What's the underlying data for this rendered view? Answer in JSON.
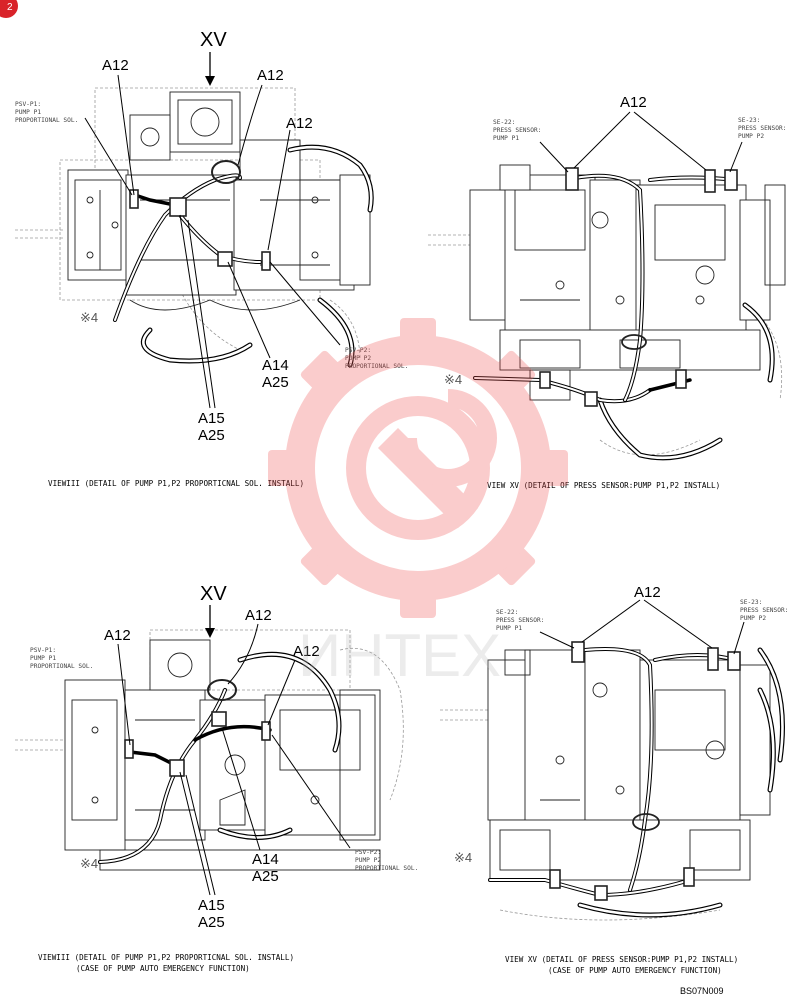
{
  "corner_badge": "2",
  "views": [
    {
      "id": "view3_normal",
      "view_arrow": "XV",
      "solenoid_p1": {
        "title": "PSV-P1:",
        "lines": [
          "PUMP P1",
          "PROPORTIONAL SOL."
        ]
      },
      "solenoid_p2": {
        "title": "PSV-P2:",
        "lines": [
          "PUMP P2",
          "PROPORTIONAL SOL."
        ]
      },
      "callouts": [
        "A12",
        "A12",
        "A12",
        "A14",
        "A25",
        "A15",
        "A25"
      ],
      "note": "※4",
      "caption": [
        "VIEWIII (DETAIL OF PUMP P1,P2 PROPORTICNAL SOL. INSTALL)"
      ]
    },
    {
      "id": "viewxv_normal",
      "sensor_p1": {
        "title": "SE-22:",
        "lines": [
          "PRESS SENSOR:",
          "PUMP P1"
        ]
      },
      "sensor_p2": {
        "title": "SE-23:",
        "lines": [
          "PRESS SENSOR:",
          "PUMP P2"
        ]
      },
      "callouts": [
        "A12"
      ],
      "note": "※4",
      "caption": [
        "VIEW XV (DETAIL OF PRESS SENSOR:PUMP P1,P2 INSTALL)"
      ]
    },
    {
      "id": "view3_emergency",
      "view_arrow": "XV",
      "solenoid_p1": {
        "title": "PSV-P1:",
        "lines": [
          "PUMP P1",
          "PROPORTIONAL SOL."
        ]
      },
      "solenoid_p2": {
        "title": "PSV-P2:",
        "lines": [
          "PUMP P2",
          "PROPORTIONAL SOL."
        ]
      },
      "callouts": [
        "A12",
        "A12",
        "A12",
        "A14",
        "A25",
        "A15",
        "A25"
      ],
      "note": "※4",
      "caption": [
        "VIEWIII (DETAIL OF PUMP P1,P2 PROPORTICNAL SOL. INSTALL)",
        "(CASE OF  PUMP AUTO EMERGENCY FUNCTION)"
      ]
    },
    {
      "id": "viewxv_emergency",
      "sensor_p1": {
        "title": "SE-22:",
        "lines": [
          "PRESS SENSOR:",
          "PUMP P1"
        ]
      },
      "sensor_p2": {
        "title": "SE-23:",
        "lines": [
          "PRESS SENSOR:",
          "PUMP P2"
        ]
      },
      "callouts": [
        "A12"
      ],
      "note": "※4",
      "caption": [
        "VIEW XV (DETAIL OF PRESS SENSOR:PUMP P1,P2 INSTALL)",
        "(CASE OF  PUMP AUTO EMERGENCY FUNCTION)"
      ]
    }
  ],
  "watermark_text": "ИНТЕХ",
  "drawing_code": "BS07N009",
  "colors": {
    "watermark": "#f04a4a",
    "badge": "#d9232a",
    "ink": "#000000"
  }
}
